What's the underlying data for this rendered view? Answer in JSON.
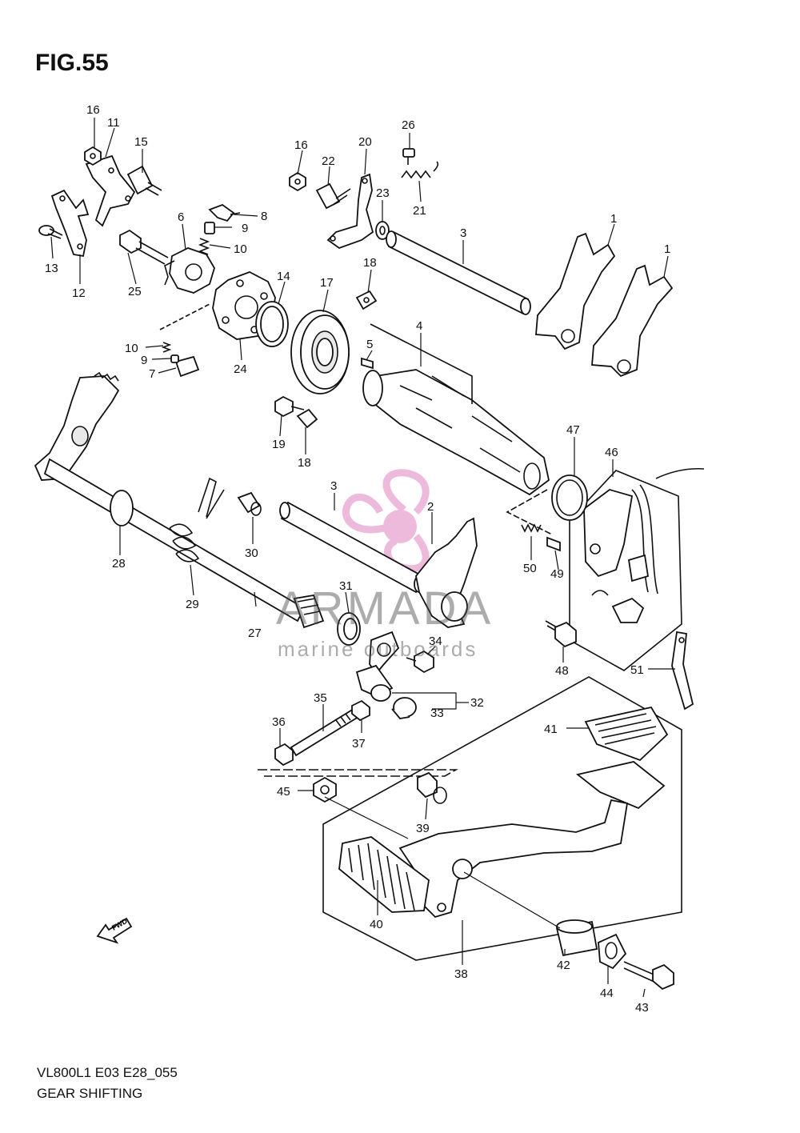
{
  "figure": {
    "title": "FIG.55"
  },
  "footer": {
    "model_code": "VL800L1 E03 E28_055",
    "section_title": "GEAR SHIFTING"
  },
  "watermark": {
    "brand": "ARMADA",
    "tagline": "marine outboards",
    "accent": "#e8a3cf"
  },
  "fwd_arrow": {
    "label": "FWD"
  },
  "callouts": [
    {
      "id": "c16a",
      "text": "16"
    },
    {
      "id": "c11",
      "text": "11"
    },
    {
      "id": "c15",
      "text": "15"
    },
    {
      "id": "c13",
      "text": "13"
    },
    {
      "id": "c12",
      "text": "12"
    },
    {
      "id": "c25",
      "text": "25"
    },
    {
      "id": "c6",
      "text": "6"
    },
    {
      "id": "c8",
      "text": "8"
    },
    {
      "id": "c9a",
      "text": "9"
    },
    {
      "id": "c10a",
      "text": "10"
    },
    {
      "id": "c16b",
      "text": "16"
    },
    {
      "id": "c22",
      "text": "22"
    },
    {
      "id": "c20",
      "text": "20"
    },
    {
      "id": "c26",
      "text": "26"
    },
    {
      "id": "c21",
      "text": "21"
    },
    {
      "id": "c23",
      "text": "23"
    },
    {
      "id": "c3a",
      "text": "3"
    },
    {
      "id": "c1a",
      "text": "1"
    },
    {
      "id": "c1b",
      "text": "1"
    },
    {
      "id": "c14",
      "text": "14"
    },
    {
      "id": "c17",
      "text": "17"
    },
    {
      "id": "c18a",
      "text": "18"
    },
    {
      "id": "c4",
      "text": "4"
    },
    {
      "id": "c5",
      "text": "5"
    },
    {
      "id": "c10b",
      "text": "10"
    },
    {
      "id": "c9b",
      "text": "9"
    },
    {
      "id": "c7",
      "text": "7"
    },
    {
      "id": "c24",
      "text": "24"
    },
    {
      "id": "c19",
      "text": "19"
    },
    {
      "id": "c18b",
      "text": "18"
    },
    {
      "id": "c47",
      "text": "47"
    },
    {
      "id": "c46",
      "text": "46"
    },
    {
      "id": "c3b",
      "text": "3"
    },
    {
      "id": "c2",
      "text": "2"
    },
    {
      "id": "c30",
      "text": "30"
    },
    {
      "id": "c28",
      "text": "28"
    },
    {
      "id": "c29",
      "text": "29"
    },
    {
      "id": "c27",
      "text": "27"
    },
    {
      "id": "c31",
      "text": "31"
    },
    {
      "id": "c50",
      "text": "50"
    },
    {
      "id": "c49",
      "text": "49"
    },
    {
      "id": "c48",
      "text": "48"
    },
    {
      "id": "c51",
      "text": "51"
    },
    {
      "id": "c34",
      "text": "34"
    },
    {
      "id": "c32",
      "text": "32"
    },
    {
      "id": "c33",
      "text": "33"
    },
    {
      "id": "c35",
      "text": "35"
    },
    {
      "id": "c36",
      "text": "36"
    },
    {
      "id": "c37",
      "text": "37"
    },
    {
      "id": "c41",
      "text": "41"
    },
    {
      "id": "c45",
      "text": "45"
    },
    {
      "id": "c39",
      "text": "39"
    },
    {
      "id": "c40",
      "text": "40"
    },
    {
      "id": "c38",
      "text": "38"
    },
    {
      "id": "c42",
      "text": "42"
    },
    {
      "id": "c44",
      "text": "44"
    },
    {
      "id": "c43",
      "text": "43"
    }
  ]
}
